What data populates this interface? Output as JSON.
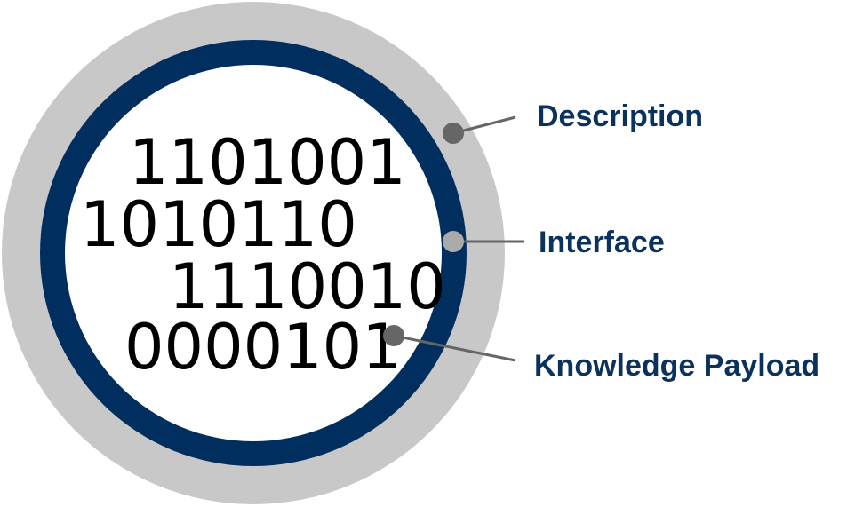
{
  "diagram": {
    "layers": [
      {
        "id": "outer-ring",
        "label": "Description",
        "color": "#c8c8c8"
      },
      {
        "id": "middle-ring",
        "label": "Interface",
        "color": "#002f5f"
      },
      {
        "id": "core",
        "label": "Knowledge Payload",
        "color": "#ffffff"
      }
    ],
    "binary_lines": [
      "1101001",
      "1010110",
      "1110010",
      "0000101"
    ],
    "colors": {
      "label_text": "#0b315d",
      "binary_text": "#000000",
      "leader_line": "#666666",
      "dot_on_light": "#666666",
      "dot_on_dark": "#aaaaaa"
    }
  }
}
